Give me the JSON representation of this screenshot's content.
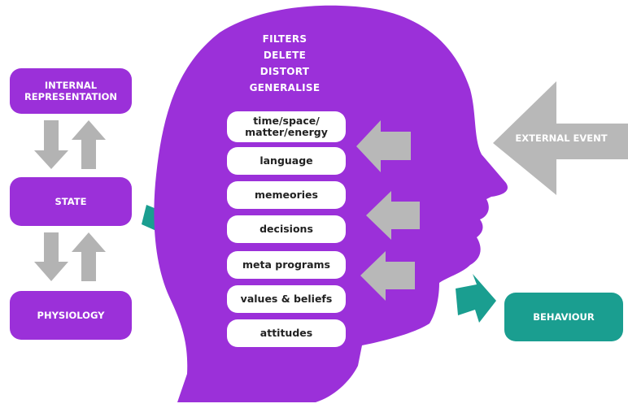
{
  "left_boxes": {
    "internal_representation": "INTERNAL\nREPRESENTATION",
    "state": "STATE",
    "physiology": "PHYSIOLOGY"
  },
  "filters_heading": [
    "FILTERS",
    "DELETE",
    "DISTORT",
    "GENERALISE"
  ],
  "filter_items": [
    "time/space/\nmatter/energy",
    "language",
    "memeories",
    "decisions",
    "meta programs",
    "values & beliefs",
    "attitudes"
  ],
  "external_event": "EXTERNAL EVENT",
  "behaviour": "BEHAVIOUR",
  "colors": {
    "purple": "#9b30d9",
    "teal": "#1a9e90",
    "gray_arrow": "#b3b3b3",
    "white": "#ffffff"
  }
}
